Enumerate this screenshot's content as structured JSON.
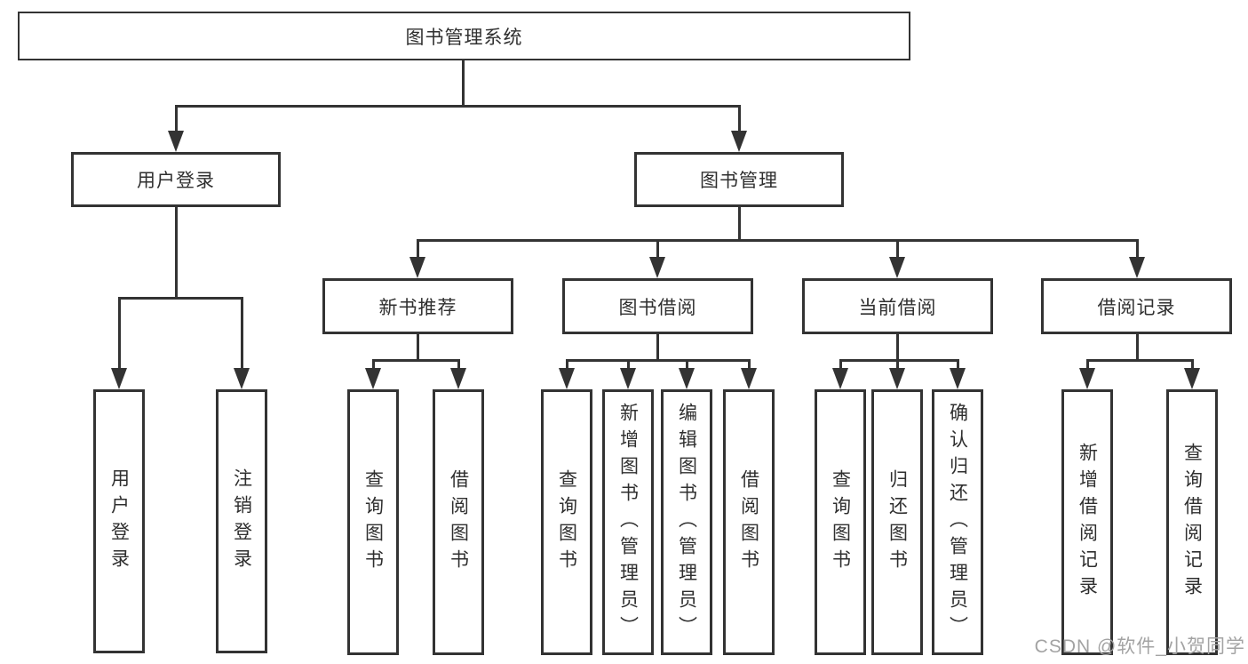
{
  "tree": {
    "root": "图书管理系统",
    "level2": [
      {
        "label": "用户登录",
        "children": [
          "用户登录",
          "注销登录"
        ]
      },
      {
        "label": "图书管理",
        "children": [
          {
            "label": "新书推荐",
            "children": [
              "查询图书",
              "借阅图书"
            ]
          },
          {
            "label": "图书借阅",
            "children": [
              "查询图书",
              "新增图书（管理员）",
              "编辑图书（管理员）",
              "借阅图书"
            ]
          },
          {
            "label": "当前借阅",
            "children": [
              "查询图书",
              "归还图书",
              "确认归还（管理员）"
            ]
          },
          {
            "label": "借阅记录",
            "children": [
              "新增借阅记录",
              "查询借阅记录"
            ]
          }
        ]
      }
    ]
  },
  "watermark": {
    "text": "CSDN @软件_小贺同学"
  },
  "colors": {
    "line": "#333333",
    "box_border": "#333333",
    "text": "#2f2f2f",
    "watermark": "#a3a3a3",
    "background": "#ffffff"
  }
}
